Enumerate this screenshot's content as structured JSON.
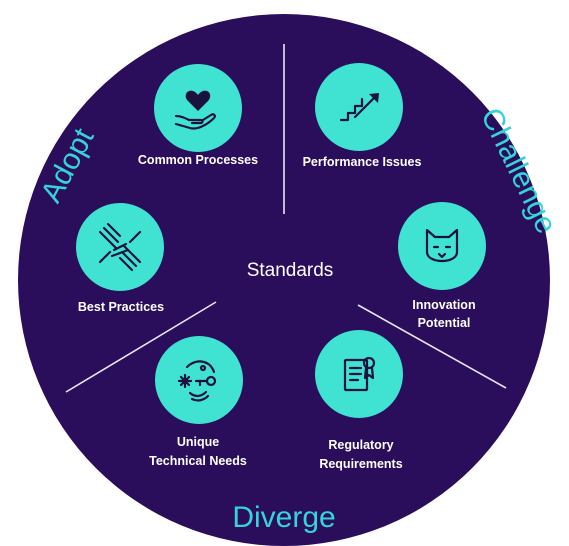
{
  "center": {
    "label": "Standards"
  },
  "regions": {
    "adopt": "Adopt",
    "challenge": "Challenge",
    "diverge": "Diverge"
  },
  "nodes": {
    "common_processes": {
      "label": "Common Processes",
      "icon": "heart-hand-icon"
    },
    "performance_issues": {
      "label": "Performance Issues",
      "icon": "trending-up-stairs-icon"
    },
    "innovation_potential": {
      "line1": "Innovation",
      "line2": "Potential",
      "icon": "cat-face-icon"
    },
    "regulatory_requirements": {
      "line1": "Regulatory",
      "line2": "Requirements",
      "icon": "certificate-document-icon"
    },
    "unique_technical_needs": {
      "line1": "Unique",
      "line2": "Technical Needs",
      "icon": "brain-gear-key-icon"
    },
    "best_practices": {
      "label": "Best Practices",
      "icon": "hands-together-icon"
    }
  },
  "colors": {
    "background_circle": "#2a0e5c",
    "node_fill": "#40e3d2",
    "icon": "#1a1340",
    "region_text": "#35d4d8",
    "label_text": "#ffffff"
  }
}
